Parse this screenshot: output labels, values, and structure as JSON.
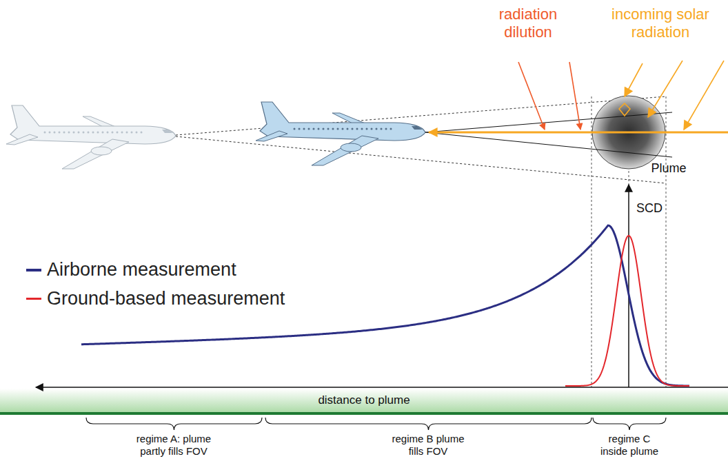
{
  "diagram": {
    "nodes": [
      {
        "text": [
          "distance to plume"
        ]
      }
    ],
    "labels": [
      "radiation dilution",
      "incoming solar radiation",
      "Plume",
      "SCD",
      "regime A: plume partly fills FOV",
      "regime B plume fills FOV",
      "regime C inside plume"
    ],
    "legend": [
      {
        "text": "Airborne measurement"
      },
      {
        "text": "Ground-based measurement"
      }
    ]
  }
}
